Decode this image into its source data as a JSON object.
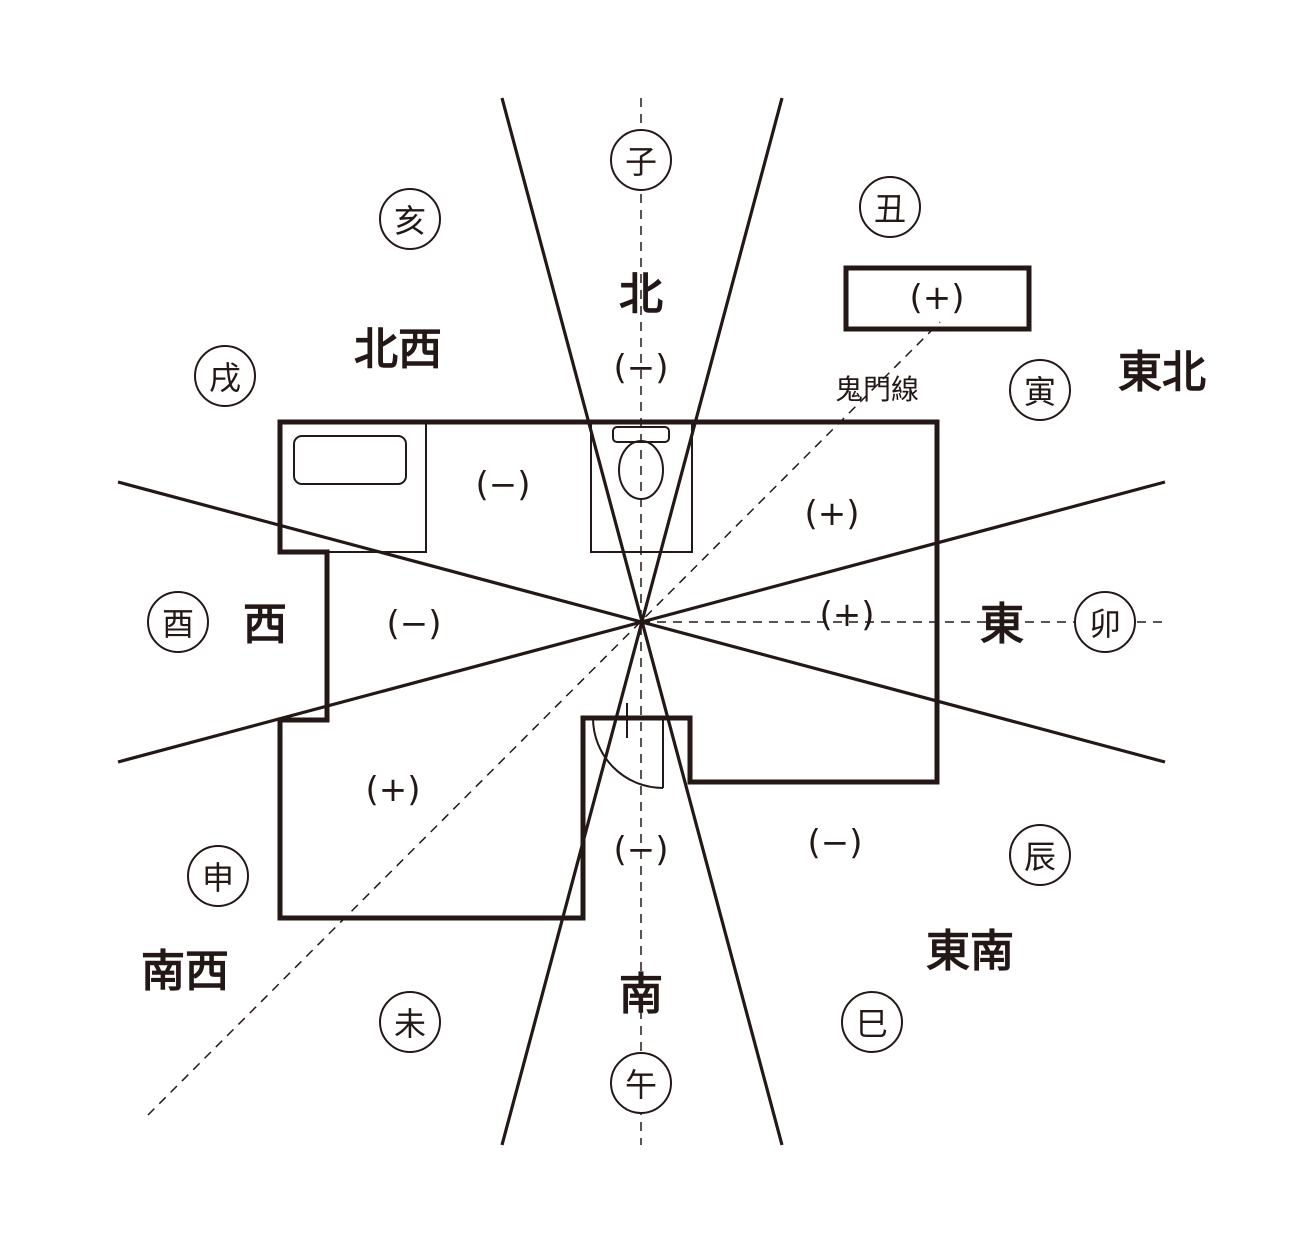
{
  "zodiac": [
    {
      "id": "ne",
      "label": "子"
    },
    {
      "id": "ushi",
      "label": "丑"
    },
    {
      "id": "i",
      "label": "亥"
    },
    {
      "id": "inu",
      "label": "戌"
    },
    {
      "id": "tora",
      "label": "寅"
    },
    {
      "id": "tori",
      "label": "酉"
    },
    {
      "id": "u",
      "label": "卯"
    },
    {
      "id": "saru",
      "label": "申"
    },
    {
      "id": "tatsu",
      "label": "辰"
    },
    {
      "id": "hitsuji",
      "label": "未"
    },
    {
      "id": "mi",
      "label": "巳"
    },
    {
      "id": "uma",
      "label": "午"
    }
  ],
  "directions": {
    "north": "北",
    "northwest": "北西",
    "northeast": "東北",
    "west": "西",
    "east": "東",
    "southwest": "南西",
    "southeast": "東南",
    "south": "南"
  },
  "signs": {
    "north": "(−)",
    "nw_room": "(−)",
    "ne_room": "(+)",
    "west_room": "(−)",
    "east_room": "(+)",
    "sw_room": "(+)",
    "south": "(−)",
    "se": "(−)",
    "kimon_box": "(+)"
  },
  "kimon_line_label": "鬼門線",
  "colors": {
    "line": "#231815"
  }
}
